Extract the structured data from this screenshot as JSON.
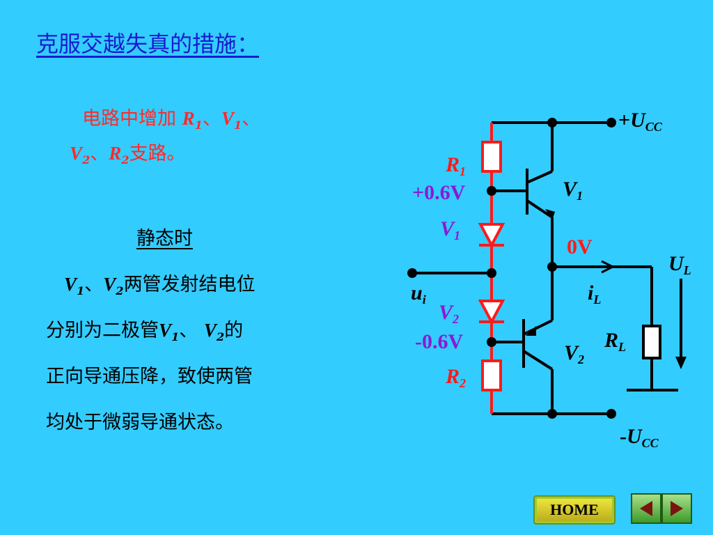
{
  "title": "克服交越失真的措施：",
  "intro": {
    "text1": "电路中增加 ",
    "R": "R",
    "R_sub": "1",
    "sep1": "、",
    "V": "V",
    "V_sub": "1",
    "sep2": "、",
    "V2": "V",
    "V2_sub": "2",
    "sep3": "、",
    "R2": "R",
    "R2_sub": "2",
    "text2": "支路。"
  },
  "static_heading": "静态时",
  "body": {
    "l1_V1": "V",
    "l1_V1_sub": "1",
    "l1_sep": "、",
    "l1_V2": "V",
    "l1_V2_sub": "2",
    "l1_text": "两管发射结电位",
    "l2_text": "分别为二极管",
    "l2_V1": "V",
    "l2_V1_sub": "1",
    "l2_sep": "、 ",
    "l2_V2": "V",
    "l2_V2_sub": "2",
    "l2_end": "的",
    "l3": "正向导通压降，致使两管",
    "l4": "均处于微弱导通状态。"
  },
  "circuit": {
    "ucc_pos": {
      "prefix": "+",
      "main": "U",
      "sub": "CC"
    },
    "ucc_neg": {
      "prefix": "-",
      "main": "U",
      "sub": "CC"
    },
    "R1": {
      "main": "R",
      "sub": "1"
    },
    "R2": {
      "main": "R",
      "sub": "2"
    },
    "D1": {
      "main": "V",
      "sub": "1"
    },
    "D2": {
      "main": "V",
      "sub": "2"
    },
    "T1": {
      "main": "V",
      "sub": "1"
    },
    "T2": {
      "main": "V",
      "sub": "2"
    },
    "v_plus": "+0.6V",
    "v_minus": "-0.6V",
    "v_zero": "0V",
    "ui": {
      "main": "u",
      "sub": "i"
    },
    "iL": {
      "main": "i",
      "sub": "L"
    },
    "UL": {
      "main": "U",
      "sub": "L"
    },
    "RL": {
      "main": "R",
      "sub": "L"
    }
  },
  "nav": {
    "home": "HOME"
  },
  "colors": {
    "background": "#33ccff",
    "title": "#1a1ad0",
    "accent_red": "#ff2a2a",
    "accent_purple": "#8a1ad6"
  }
}
